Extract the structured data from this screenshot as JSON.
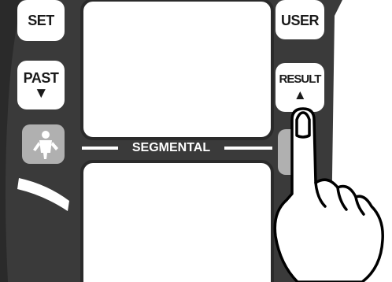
{
  "device": {
    "buttons": {
      "set": {
        "label": "SET"
      },
      "past": {
        "label": "PAST",
        "arrow": "▼"
      },
      "user": {
        "label": "USER"
      },
      "result": {
        "label": "RESULT",
        "arrow": "▲"
      },
      "body_mode": {
        "icon": "person-silhouette-icon"
      }
    },
    "divider": {
      "label": "SEGMENTAL"
    }
  },
  "colors": {
    "body": "#3a3a3a",
    "button": "#ffffff",
    "button_gray": "#b0b0b0",
    "screen": "#ffffff",
    "ink": "#1a1a1a"
  }
}
